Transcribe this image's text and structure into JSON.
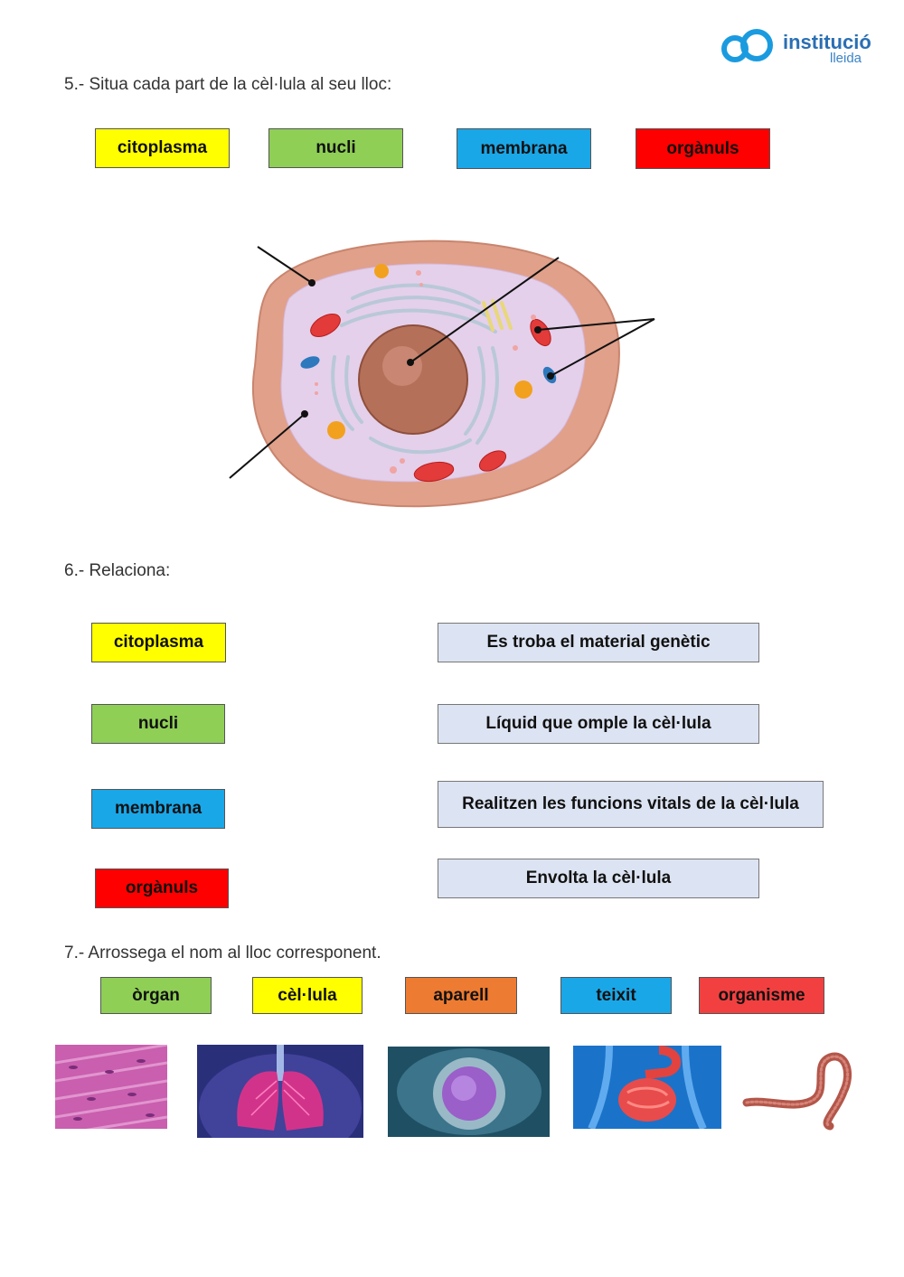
{
  "logo": {
    "line1": "institució",
    "line2": "lleida",
    "icon": "logo-rings-icon"
  },
  "section5": {
    "heading": "5.- Situa cada part de la cèl·lula al seu lloc:",
    "labels": [
      "citoplasma",
      "nucli",
      "membrana",
      "orgànuls"
    ]
  },
  "section6": {
    "heading": "6.- Relaciona:",
    "labels": [
      "citoplasma",
      "nucli",
      "membrana",
      "orgànuls"
    ],
    "descriptions": [
      "Es troba el material genètic",
      "Líquid que omple la cèl·lula",
      "Realitzen les funcions vitals de la cèl·lula",
      "Envolta la cèl·lula"
    ]
  },
  "section7": {
    "heading": "7.- Arrossega el nom al lloc corresponent.",
    "labels": [
      "òrgan",
      "cèl·lula",
      "aparell",
      "teixit",
      "organisme"
    ]
  },
  "colors": {
    "yellow": "#ffff00",
    "green": "#8fcf56",
    "blue": "#1aa7e8",
    "red": "#ff0000",
    "orange": "#ed7b31",
    "red_light": "#f24040",
    "desc_bg": "#dce3f2"
  }
}
